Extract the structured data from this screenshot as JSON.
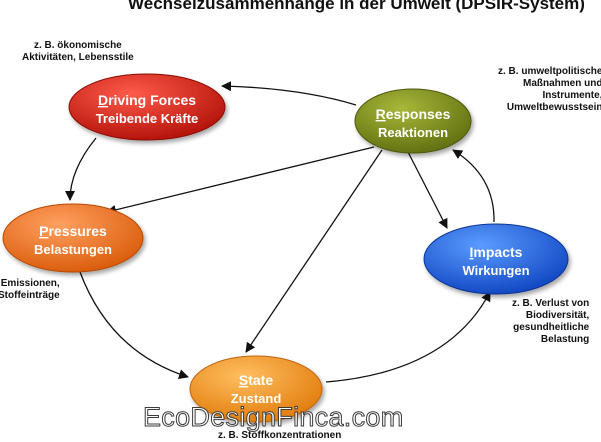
{
  "title": "Wechselzusammenhänge in der Umwelt (DPSIR-System)",
  "nodes": {
    "driving": {
      "initial": "D",
      "rest": "riving Forces",
      "subtitle": "Treibende Kräfte",
      "color": "#d62118"
    },
    "responses": {
      "initial": "R",
      "rest": "esponses",
      "subtitle": "Reaktionen",
      "color": "#7f8f1f"
    },
    "pressures": {
      "initial": "P",
      "rest": "ressures",
      "subtitle": "Belastungen",
      "color": "#f06f1c"
    },
    "impacts": {
      "initial": "I",
      "rest": "mpacts",
      "subtitle": "Wirkungen",
      "color": "#1d5fe0"
    },
    "state": {
      "initial": "S",
      "rest": "tate",
      "subtitle": "Zustand",
      "color": "#f2921f"
    }
  },
  "notes": {
    "driving": [
      "z. B. ökonomische",
      "Aktivitäten, Lebensstile"
    ],
    "responses": [
      "z. B. umweltpolitische",
      "Maßnahmen und",
      "Instrumente,",
      "Umweltbewusstsein"
    ],
    "pressures": [
      "Emissionen,",
      "Stoffeinträge"
    ],
    "impacts": [
      "z. B. Verlust von",
      "Biodiversität,",
      "gesundheitliche",
      "Belastung"
    ],
    "state": [
      "z. B. Stoffkonzentrationen"
    ]
  },
  "watermark": "EcoDesignFinca.com"
}
